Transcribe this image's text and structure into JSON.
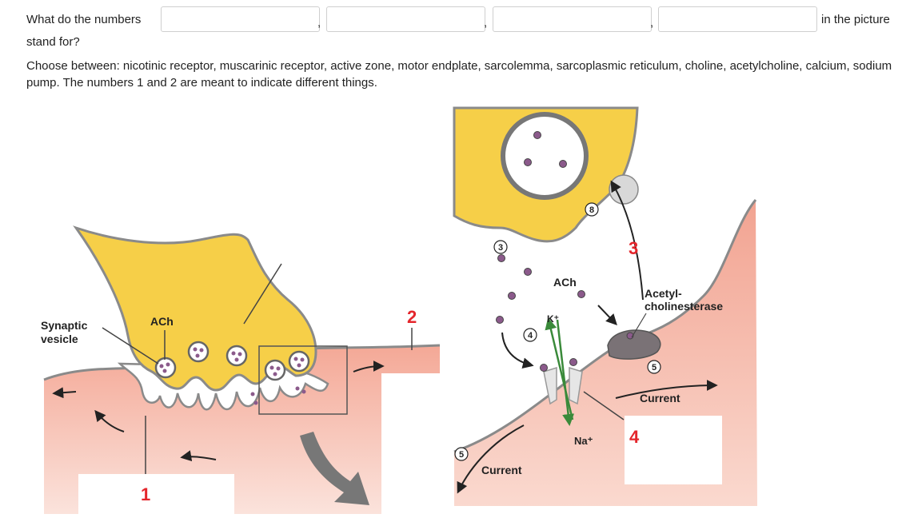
{
  "question": {
    "prefix": "What do the numbers",
    "suffix": "in the picture",
    "second_line": "stand for?",
    "instructions": "Choose between: nicotinic receptor, muscarinic receptor, active zone, motor endplate, sarcolemma, sarcoplasmic reticulum, choline, acetylcholine, calcium, sodium pump. The numbers 1 and 2 are meant to indicate different things.",
    "blanks": [
      "",
      "",
      "",
      ""
    ],
    "separator": ","
  },
  "figure_left": {
    "synaptic_vesicle_label": "Synaptic vesicle",
    "synaptic_vesicle_line1": "Synaptic",
    "synaptic_vesicle_line2": "vesicle",
    "ach_label": "ACh",
    "marker_1": "1",
    "marker_2": "2"
  },
  "figure_right": {
    "circle_3": "3",
    "circle_4": "4",
    "circle_5": "5",
    "circle_5b": "5",
    "circle_8": "8",
    "ach_label": "ACh",
    "k_label": "K⁺",
    "na_label": "Na⁺",
    "acetylcholinesterase_line1": "Acetyl-",
    "acetylcholinesterase_line2": "cholinesterase",
    "current_label_top": "Current",
    "current_label_bottom": "Current",
    "marker_3": "3",
    "marker_4": "4"
  },
  "colors": {
    "nerve": "#f6cf48",
    "muscle": "#f2a290",
    "membrane": "#8a8a8a",
    "red_marker": "#e4262c",
    "vesicle_dot": "#8b5a8b"
  }
}
